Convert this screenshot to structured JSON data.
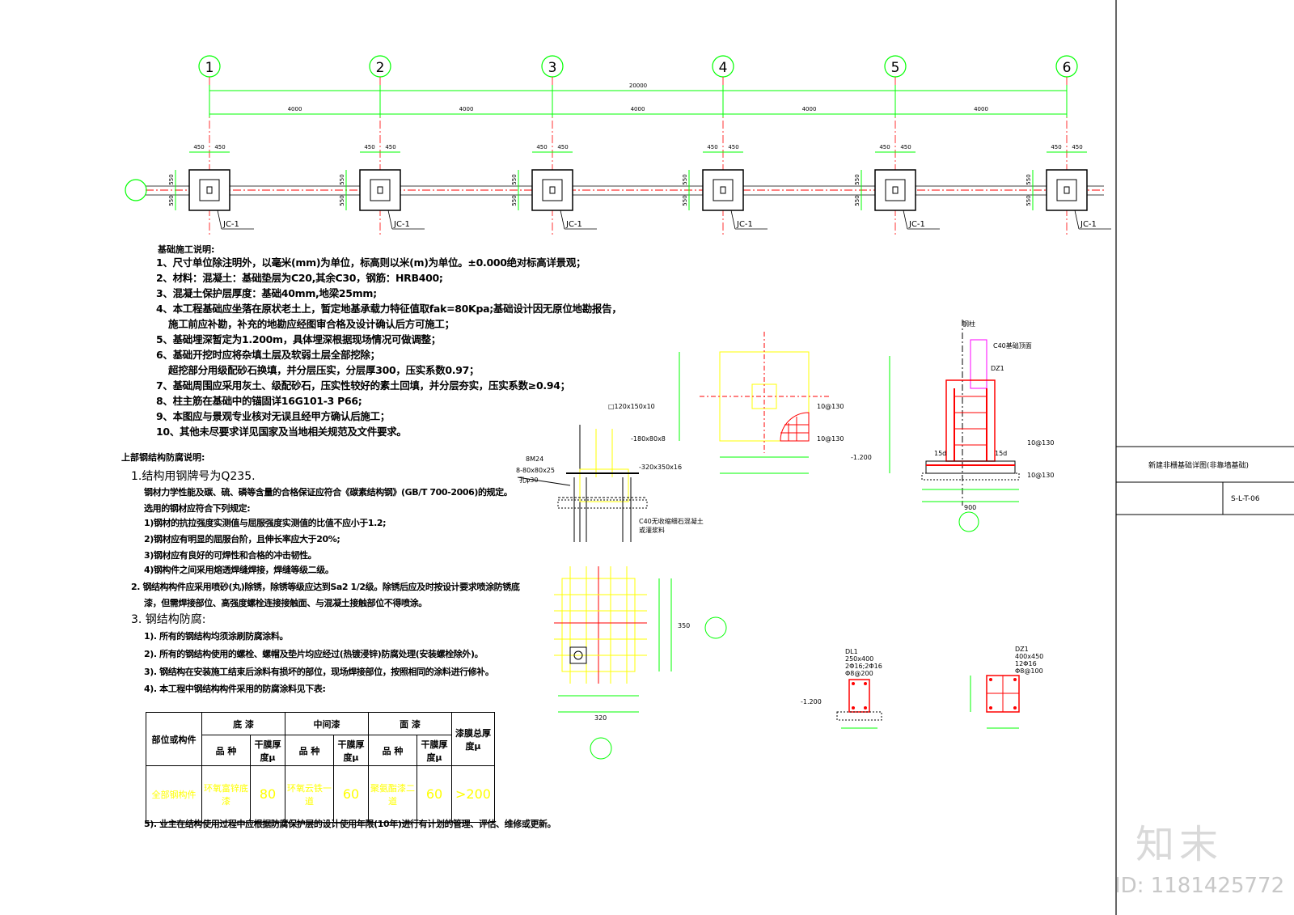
{
  "axes": [
    "1",
    "2",
    "3",
    "4",
    "5",
    "6"
  ],
  "axis_B": "",
  "dims": {
    "total": "20000",
    "span": "4000",
    "pad_half": "450",
    "pad_y": "550",
    "footing_tag": "JC-1"
  },
  "notes": {
    "title": "基础施工说明:",
    "lines": [
      "1、尺寸单位除注明外，以毫米(mm)为单位，标高则以米(m)为单位。±0.000绝对标高详景观；",
      "2、材料：混凝土：基础垫层为C20,其余C30，钢筋：HRB400;",
      "3、混凝土保护层厚度：基础40mm,地梁25mm;",
      "4、本工程基础应坐落在原状老土上，暂定地基承载力特征值取fak=80Kpa;基础设计因无原位地勘报告，",
      "施工前应补勘，补充的地勘应经图审合格及设计确认后方可施工；",
      "5、基础埋深暂定为1.200m，具体埋深根据现场情况可做调整；",
      "6、基础开挖时应将杂填土层及软弱土层全部挖除；",
      "超挖部分用级配砂石换填，并分层压实，分层厚300，压实系数0.97；",
      "7、基础周围应采用灰土、级配砂石，压实性较好的素土回填，并分层夯实，压实系数≥0.94；",
      "8、柱主筋在基础中的锚固详16G101-3 P66;",
      "9、本图应与景观专业核对无误且经甲方确认后施工；",
      "10、其他未尽要求详见国家及当地相关规范及文件要求。"
    ]
  },
  "steel": {
    "title": "上部钢结构防腐说明:",
    "l1": "1.结构用钢牌号为Q235.",
    "l1a": "钢材力学性能及碳、硫、磷等含量的合格保证应符合《碳素结构钢》(GB/T 700-2006)的规定。",
    "l1b": "选用的钢材应符合下列规定:",
    "l1c": "1)钢材的抗拉强度实测值与屈服强度实测值的比值不应小于1.2;",
    "l1d": "2)钢材应有明显的屈服台阶，且伸长率应大于20%;",
    "l1e": "3)钢材应有良好的可焊性和合格的冲击韧性。",
    "l1f": "4)钢构件之间采用熔透焊缝焊接，焊缝等级二级。",
    "l2": "2. 钢结构构件应采用喷砂(丸)除锈，除锈等级应达到Sa2 1/2级。除锈后应及时按设计要求喷涂防锈底",
    "l2b": "漆，但需焊接部位、高强度螺栓连接接触面、与混凝土接触部位不得喷涂。",
    "l3": "3. 钢结构防腐:",
    "l3a": "1). 所有的钢结构均须涂刷防腐涂料。",
    "l3b": "2). 所有的钢结构使用的螺栓、螺帽及垫片均应经过(热镀浸锌)防腐处理(安装螺栓除外)。",
    "l3c": "3). 钢结构在安装施工结束后涂料有损坏的部位，现场焊接部位，按照相同的涂料进行修补。",
    "l3d": "4). 本工程中钢结构构件采用的防腐涂料见下表:",
    "l5": "5). 业主在结构使用过程中应根据防腐保护层的设计使用年限(10年)进行有计划的管理、评估、维修或更新。"
  },
  "table": {
    "h_member": "部位或构件",
    "h_base": "底  漆",
    "h_mid": "中间漆",
    "h_top": "面  漆",
    "h_total": "漆膜总厚度μ",
    "h_kind": "品  种",
    "h_dft": "干膜厚度μ",
    "r_member": "全部钢构件",
    "r_base": "环氧富锌底漆",
    "r_base_t": "80",
    "r_mid": "环氧云铁一道",
    "r_mid_t": "60",
    "r_top": "聚氨酯漆二道",
    "r_top_t": "60",
    "r_total": ">200"
  },
  "details": {
    "d1_plate": "-320x350x16",
    "d1_stiff": "-180x80x8",
    "d1_col": "□120x150x10",
    "d1_bolt": "8M24",
    "d1_wash": "8-80x80x25",
    "d1_hole": "孔φ30",
    "d1_base": "C40无收缩细石混凝土",
    "d1_base2": "或灌浆料",
    "d2_rebar1": "10@130",
    "d2_rebar2": "10@130",
    "d3_top": "C40基础顶面",
    "d3_dz": "DZ1",
    "d3_15d": "15d",
    "d3_gang": "钢柱",
    "d3_rebar": "10@130",
    "d3_w": "900",
    "d3_elev": "-1.200",
    "dl1_name": "DL1",
    "dl1_size": "250x400",
    "dl1_r": "2Φ16;2Φ16",
    "dl1_s": "Φ8@200",
    "dl1_elev": "-1.200",
    "dz1_name": "DZ1",
    "dz1_size": "400x450",
    "dz1_r": "12Φ16",
    "dz1_s": "Φ8@100",
    "bp_w": "320",
    "bp_h": "350"
  },
  "title_block": {
    "name": "新建非栅基础详图(非靠墙基础)",
    "no": "S-L-T-06"
  },
  "watermark": {
    "logo": "知末",
    "id": "ID: 1181425772"
  },
  "colors": {
    "grid": "#00ff00",
    "axis_line": "#ff0000",
    "plate": "#ffff00",
    "rebar": "#ff0000",
    "ink": "#000000"
  }
}
